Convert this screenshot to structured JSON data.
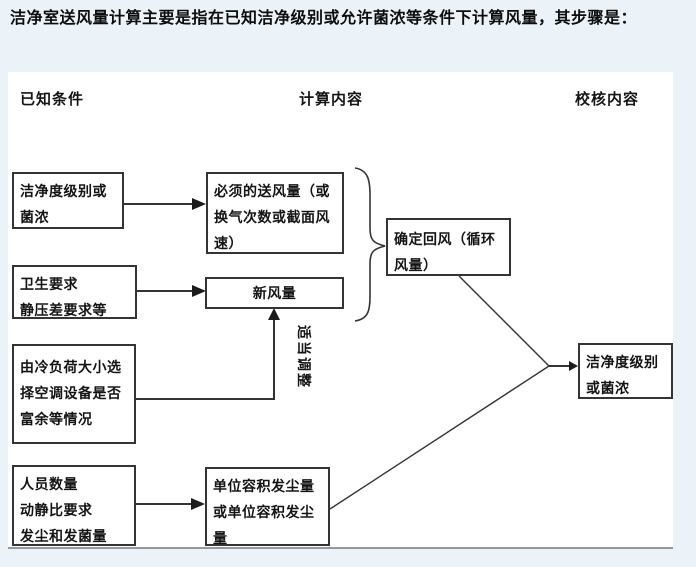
{
  "title": "洁净室送风量计算主要是指在已知洁净级别或允许菌浓等条件下计算风量，其步骤是：",
  "columns": {
    "known": "已知条件",
    "calc": "计算内容",
    "check": "校核内容"
  },
  "boxes": {
    "clean_level_input": {
      "lines": [
        "洁净度级别或",
        "菌浓"
      ]
    },
    "required_supply": {
      "lines": [
        "必须的送风量（或",
        "换气次数或截面风",
        "速）"
      ]
    },
    "hygiene": {
      "lines": [
        "卫生要求",
        "静压差要求等"
      ]
    },
    "fresh_air": {
      "lines": [
        "新风量"
      ]
    },
    "cooling_load": {
      "lines": [
        "由冷负荷大小选",
        "择空调设备是否",
        "富余等情况"
      ]
    },
    "personnel": {
      "lines": [
        "人员数量",
        "动静比要求",
        "发尘和发菌量"
      ]
    },
    "dust_rate": {
      "lines": [
        "单位容积发尘量",
        "或单位容积发尘",
        "量"
      ]
    },
    "return_air": {
      "lines": [
        "确定回风（循环",
        "风量）"
      ]
    },
    "clean_level_check": {
      "lines": [
        "洁净度级别",
        "或菌浓"
      ]
    }
  },
  "annotations": {
    "adjust": "适当调整"
  },
  "colors": {
    "background": "#ecf3f8",
    "panel": "#ffffff",
    "line": "#343434",
    "text": "#141414"
  }
}
